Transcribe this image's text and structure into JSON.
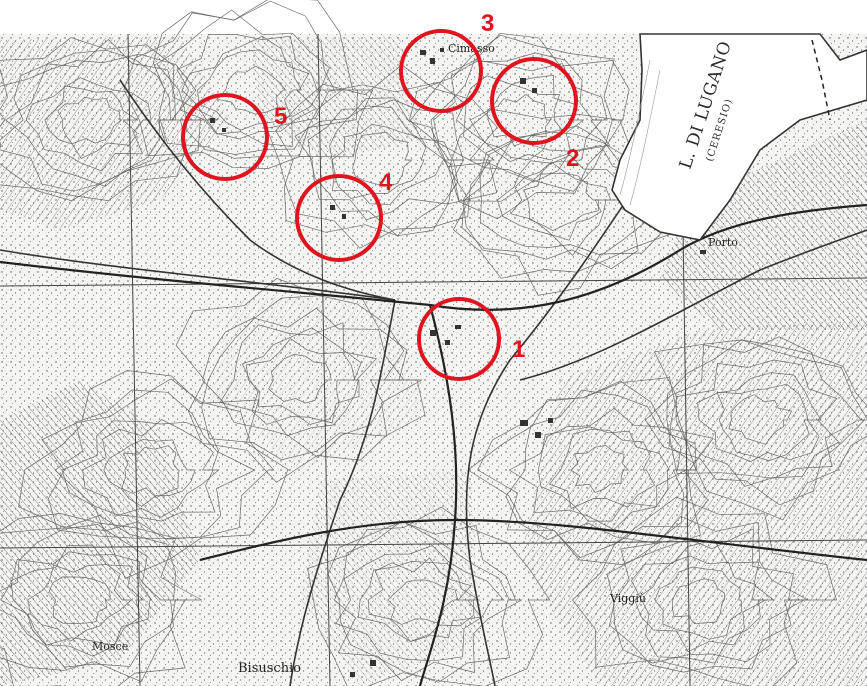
{
  "map": {
    "lake_name": "L. DI LUGANO",
    "lake_alt_name": "(CERESIO)",
    "places": {
      "cimasso": "Cimasso",
      "porto": "Porto",
      "bisuschio": "Bisuschio",
      "mosce": "Mosce",
      "viggiu": "Viggiù"
    },
    "marker_color": "#e0141e",
    "ink_color": "#3a3a3a",
    "water_color": "#ffffff"
  },
  "markers": [
    {
      "label": "1"
    },
    {
      "label": "2"
    },
    {
      "label": "3"
    },
    {
      "label": "4"
    },
    {
      "label": "5"
    }
  ]
}
